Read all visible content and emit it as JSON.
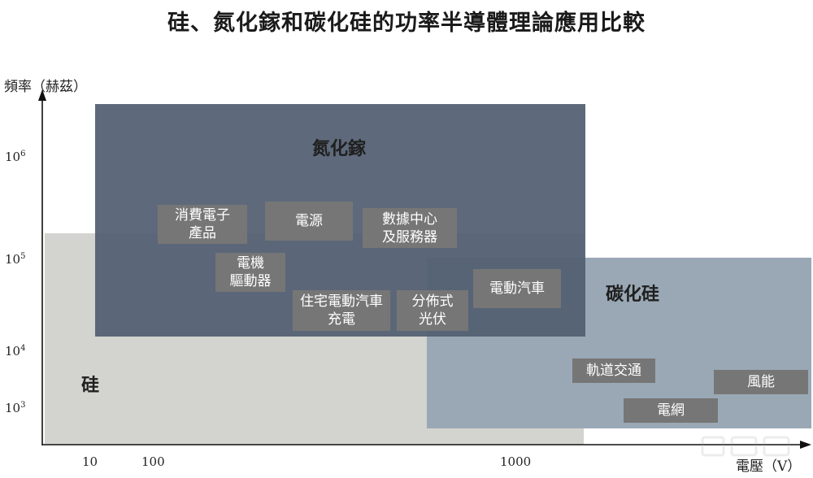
{
  "chart_data": {
    "type": "area",
    "title": "硅、氮化鎵和碳化硅的功率半導體理論應用比較",
    "ylabel": "頻率（赫茲）",
    "xlabel": "電壓（V）",
    "x_ticks": [
      "10",
      "100",
      "1000"
    ],
    "y_ticks": [
      {
        "base": "10",
        "exp": "6"
      },
      {
        "base": "10",
        "exp": "5"
      },
      {
        "base": "10",
        "exp": "4"
      },
      {
        "base": "10",
        "exp": "3"
      }
    ],
    "y_scale": "log",
    "regions": [
      {
        "name": "硅",
        "color": "#d3d3cf"
      },
      {
        "name": "碳化硅",
        "color": "#9aa8b5"
      },
      {
        "name": "氮化鎵",
        "color": "#525f71"
      }
    ],
    "applications": [
      {
        "lines": [
          "消費電子",
          "產品"
        ]
      },
      {
        "lines": [
          "電源"
        ]
      },
      {
        "lines": [
          "數據中心",
          "及服務器"
        ]
      },
      {
        "lines": [
          "電機",
          "驅動器"
        ]
      },
      {
        "lines": [
          "住宅電動汽車",
          "充電"
        ]
      },
      {
        "lines": [
          "分佈式",
          "光伏"
        ]
      },
      {
        "lines": [
          "電動汽車"
        ]
      },
      {
        "lines": [
          "軌道交通"
        ]
      },
      {
        "lines": [
          "風能"
        ]
      },
      {
        "lines": [
          "電網"
        ]
      }
    ]
  }
}
